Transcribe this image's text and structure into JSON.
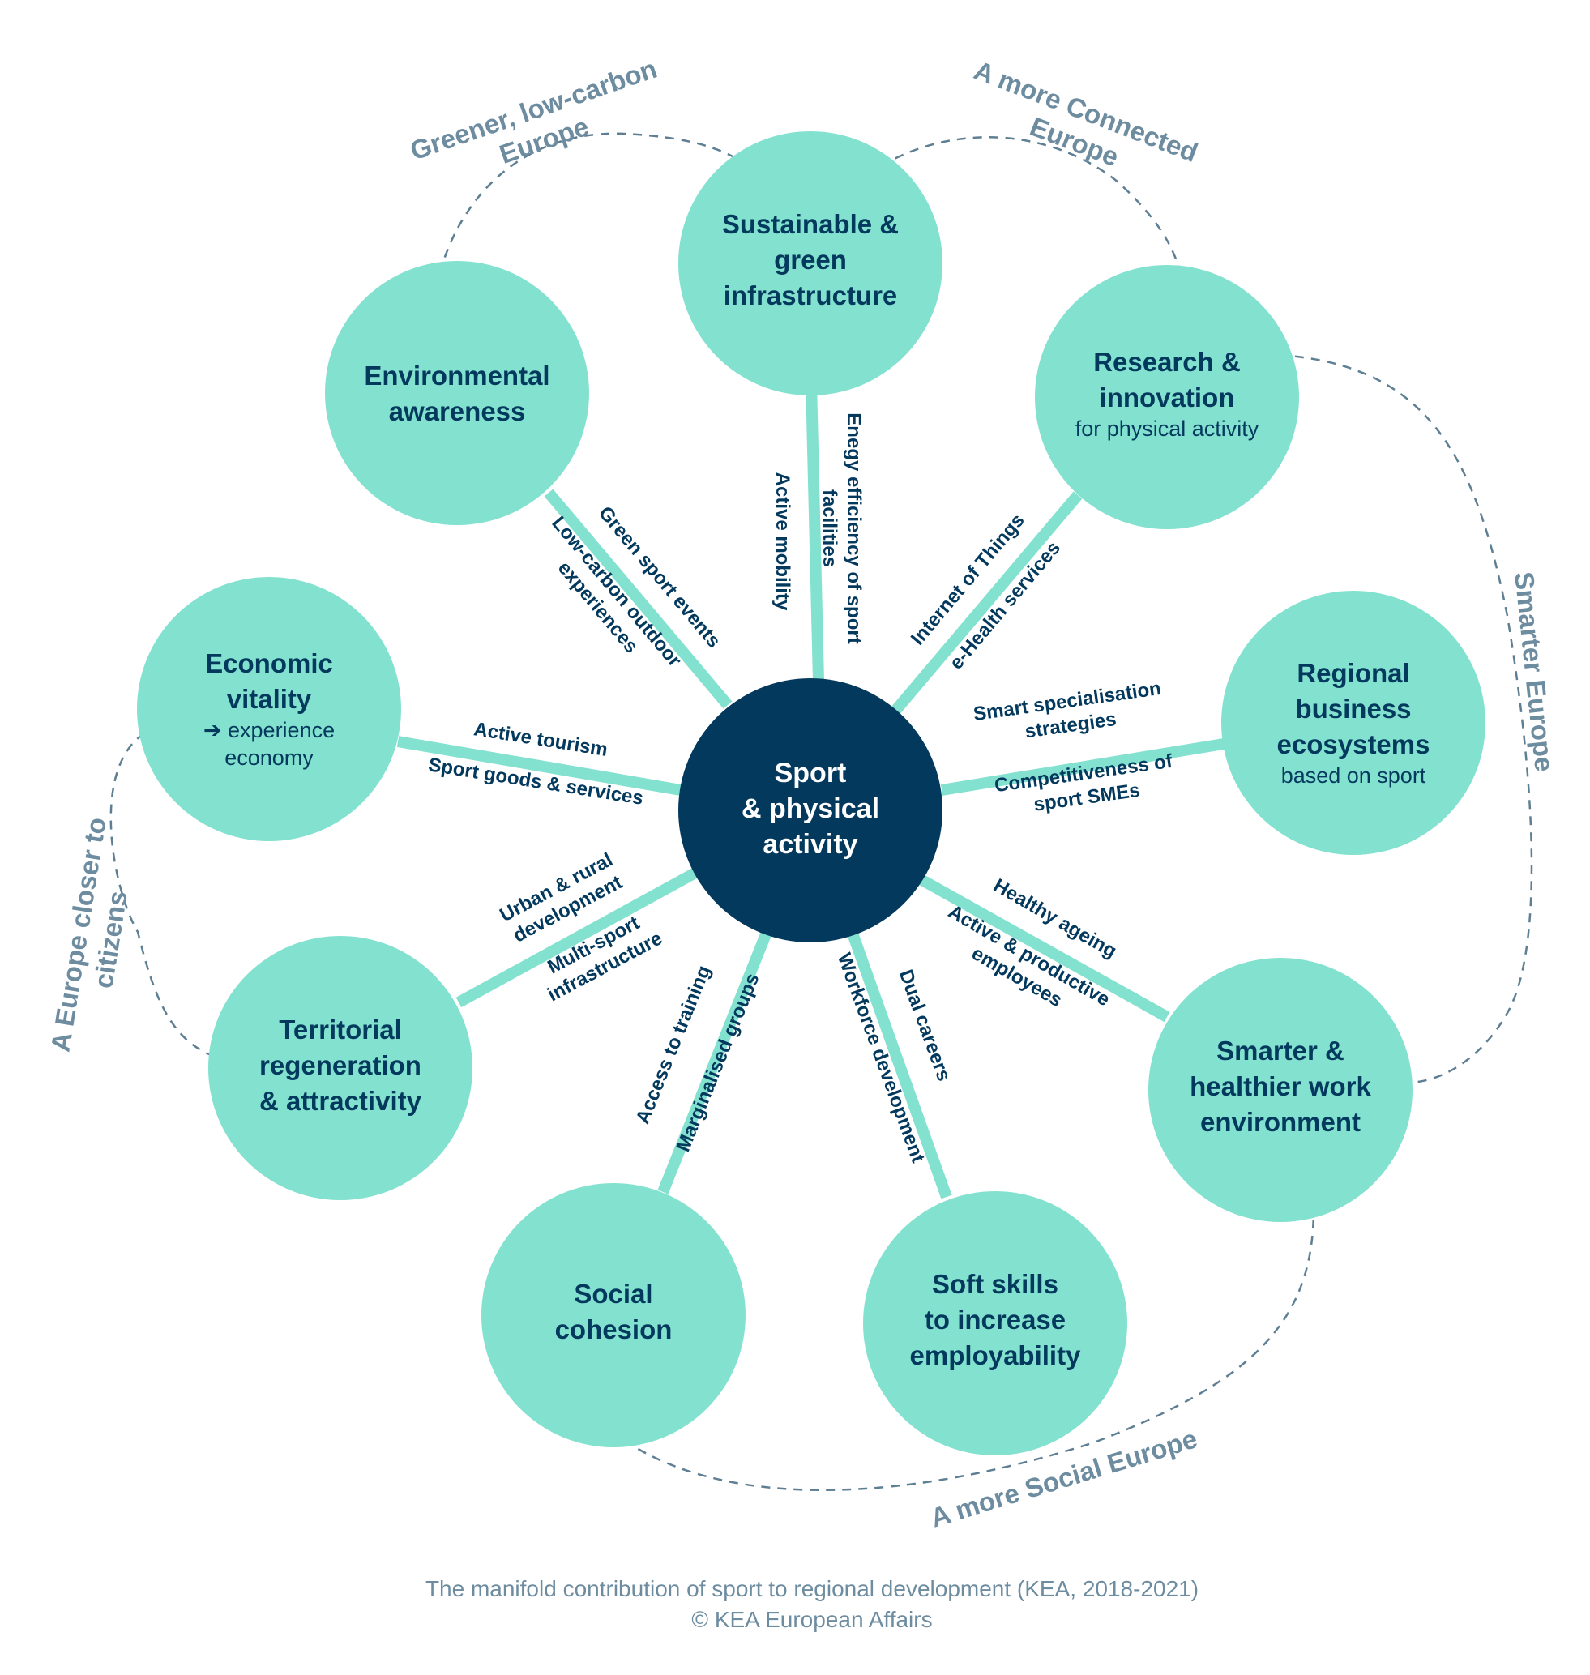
{
  "center": {
    "lines": [
      "Sport",
      "& physical",
      "activity"
    ]
  },
  "nodes": {
    "sustainable": {
      "lines": [
        "Sustainable  &",
        "green",
        "infrastructure"
      ]
    },
    "research": {
      "lines": [
        "Research &",
        "innovation"
      ],
      "sub": [
        "for physical activity"
      ]
    },
    "regional": {
      "lines": [
        "Regional",
        "business",
        "ecosystems"
      ],
      "sub": [
        "based on sport"
      ]
    },
    "smarter": {
      "lines": [
        "Smarter &",
        "healthier work",
        "environment"
      ]
    },
    "softskills": {
      "lines": [
        "Soft skills",
        "to increase",
        "employability"
      ]
    },
    "social": {
      "lines": [
        "Social",
        "cohesion"
      ]
    },
    "territorial": {
      "lines": [
        "Territorial",
        "regeneration",
        "& attractivity"
      ]
    },
    "economic": {
      "lines": [
        "Economic",
        "vitality"
      ],
      "sub": [
        "➔ experience",
        "economy"
      ]
    },
    "environmental": {
      "lines": [
        "Environmental",
        "awareness"
      ]
    }
  },
  "spoke_labels": {
    "active_mobility": "Active mobility",
    "energy_efficiency": [
      "Enegy efficiency of sport",
      "facilities"
    ],
    "internet_of_things": "Internet of Things",
    "ehealth": "e-Health services",
    "smart_specialisation": [
      "Smart specialisation",
      "strategies"
    ],
    "competitiveness": [
      "Competitiveness of",
      "sport SMEs"
    ],
    "healthy_ageing": "Healthy ageing",
    "active_productive": [
      "Active & productive",
      "employees"
    ],
    "dual_careers": "Dual careers",
    "workforce": "Workforce development",
    "marginalised": "Marginalised groups",
    "access_training": "Access to training",
    "urban_rural": [
      "Urban & rural",
      "development"
    ],
    "multisport": [
      "Multi-sport",
      "infrastructure"
    ],
    "active_tourism": "Active tourism",
    "sport_goods": "Sport goods & services",
    "green_events": "Green sport events",
    "low_carbon": [
      "Low-carbon outdoor",
      "experiences"
    ]
  },
  "goals": {
    "greener": [
      "Greener, low-carbon",
      "Europe"
    ],
    "connected": [
      "A more Connected",
      "Europe"
    ],
    "smarter": "Smarter Europe",
    "social": "A more Social Europe",
    "citizens": [
      "A Europe closer to",
      "citizens"
    ]
  },
  "caption": {
    "line1": "The manifold contribution of sport to regional development (KEA, 2018-2021)",
    "line2": "© KEA European Affairs"
  },
  "colors": {
    "node_fill": "#83e1cf",
    "center_fill": "#04395e",
    "dark_text": "#04395e",
    "goal_text": "#6d8ca0",
    "dashed_line": "#5e7f93"
  }
}
